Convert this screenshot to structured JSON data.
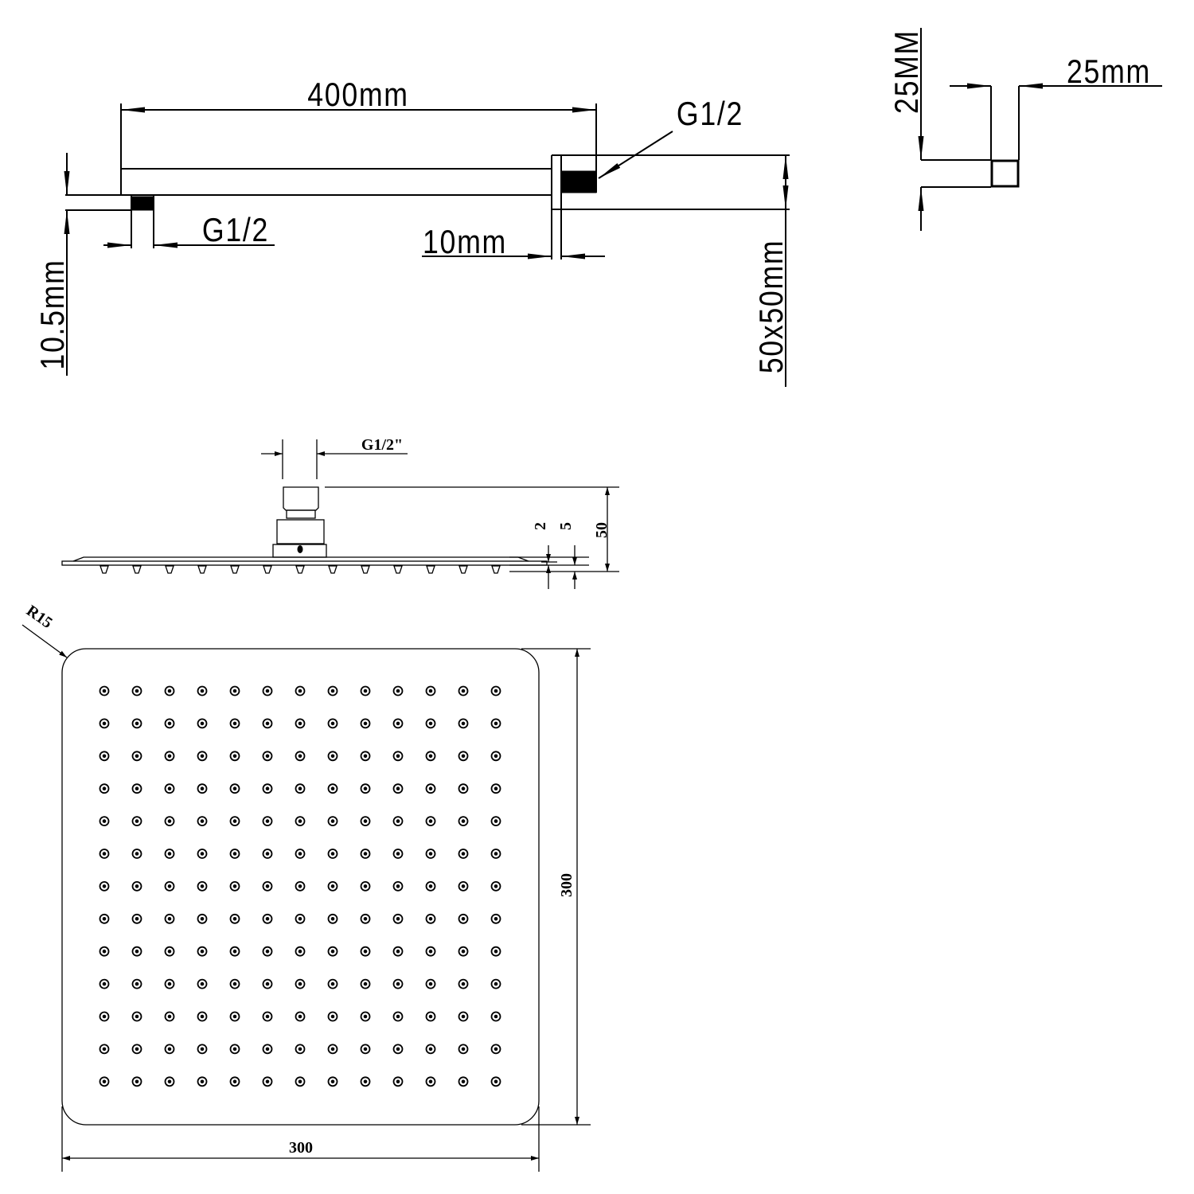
{
  "arm_view": {
    "length_label": "400mm",
    "thread_left_label": "G1/2",
    "thread_right_label": "G1/2",
    "plate_thickness_label": "10mm",
    "offset_label": "10.5mm",
    "plate_size_label": "50x50mm"
  },
  "arm_section": {
    "height_label": "25MM",
    "width_label": "25mm"
  },
  "head_side_view": {
    "thread_label": "G1/2\"",
    "height_label": "50",
    "thickness_a_label": "2",
    "thickness_b_label": "5",
    "nozzle_count": 13
  },
  "head_front_view": {
    "radius_label": "R15",
    "width_label": "300",
    "height_label": "300",
    "nozzle_rows": 13,
    "nozzle_cols": 13
  }
}
